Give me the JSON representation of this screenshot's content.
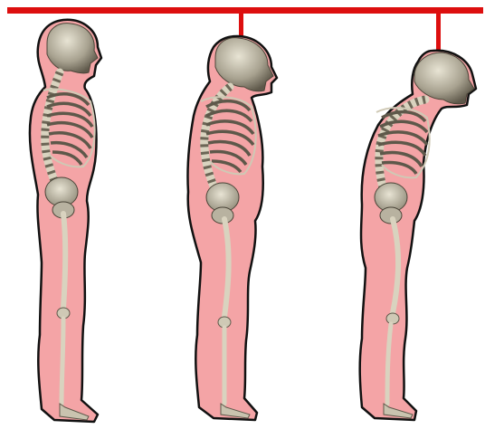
{
  "figures": [
    {
      "id": "upright",
      "posture": "upright"
    },
    {
      "id": "mild-kyphosis",
      "posture": "mild-forward-head"
    },
    {
      "id": "severe-kyphosis",
      "posture": "severe-forward-head"
    }
  ],
  "colors": {
    "reference_line": "#dd0f0f",
    "body_fill": "#f4a4a6",
    "body_outline": "#111111",
    "bone": "#ddd8c6",
    "bone_shade": "#7a7464",
    "skull": "#cfcab8",
    "skull_shade": "#6c6656",
    "background": "#ffffff"
  }
}
